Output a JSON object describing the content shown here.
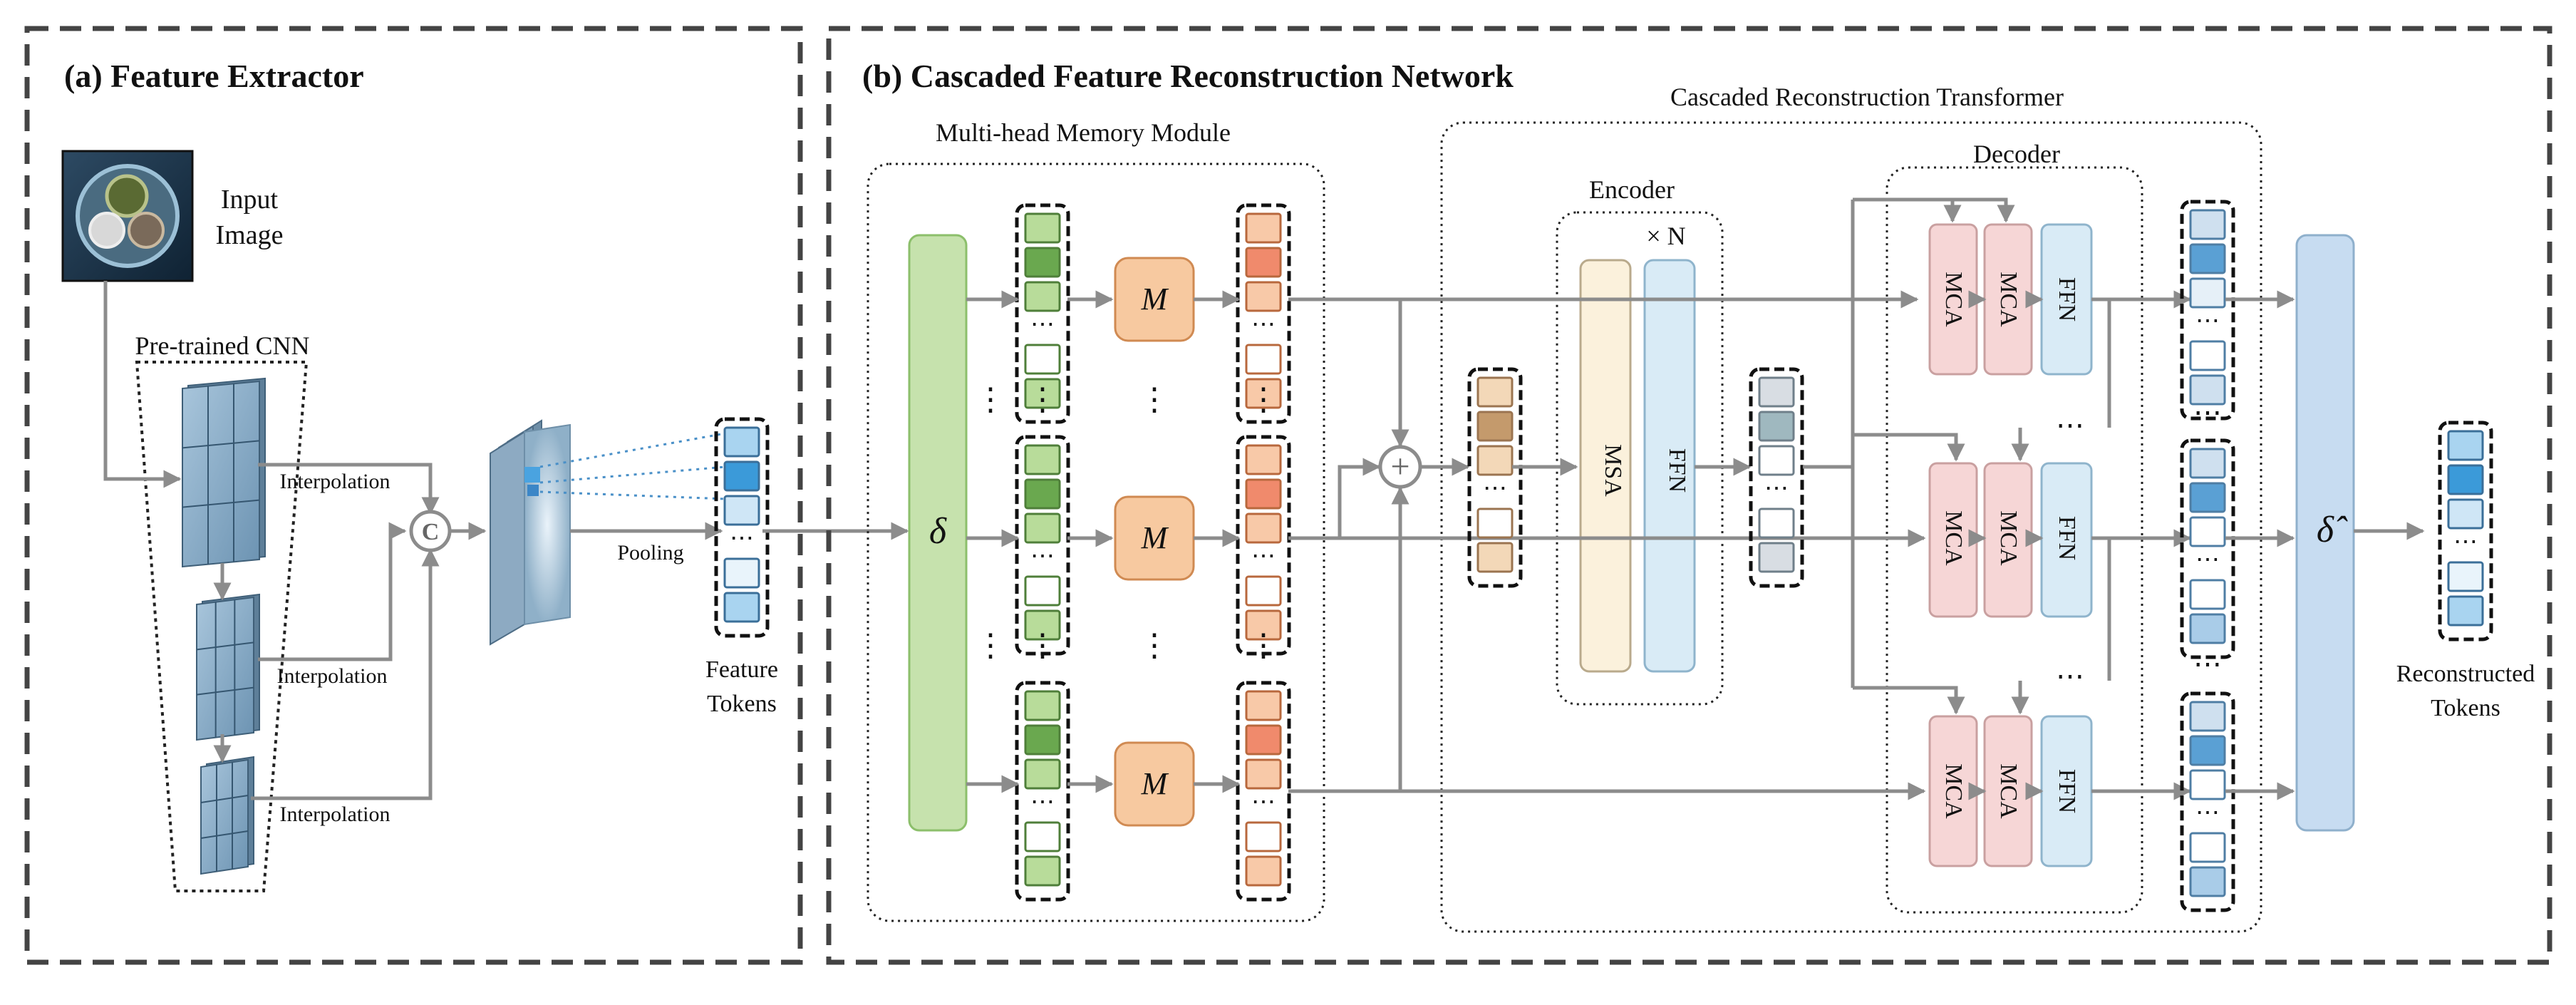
{
  "panel_a": {
    "title": "(a) Feature Extractor",
    "input_label_line1": "Input",
    "input_label_line2": "Image",
    "cnn_label": "Pre-trained CNN",
    "interp_label": "Interpolation",
    "concat_symbol": "C",
    "pooling_label": "Pooling",
    "tokens_label_line1": "Feature",
    "tokens_label_line2": "Tokens"
  },
  "panel_b": {
    "title": "(b) Cascaded Feature Reconstruction Network",
    "memory_title": "Multi-head Memory Module",
    "delta_symbol": "δ",
    "memory_block_symbol": "M",
    "transformer_title": "Cascaded  Reconstruction Transformer",
    "encoder_title": "Encoder",
    "repeat_label": "× N",
    "msa_label": "MSA",
    "ffn_label": "FFN",
    "decoder_title": "Decoder",
    "mca_label": "MCA",
    "delta_hat_symbol": "δ̂",
    "output_label_line1": "Reconstructed",
    "output_label_line2": "Tokens",
    "ellipsis": "⋯",
    "vellipsis": "⋮",
    "plus_symbol": "+"
  },
  "colors": {
    "arrow": "#8c8c8c",
    "delta_fill": "#c6e2ad",
    "delta_stroke": "#8cbf6b",
    "memory_fill": "#f7c9a0",
    "memory_stroke": "#d08a52",
    "msa_fill": "#fbf1dc",
    "ffn_fill": "#d9ebf6",
    "mca_fill": "#f6d6d6",
    "delta_hat_fill": "#c7dcf1",
    "green_dark": "#6aa84f",
    "green_mid": "#b8dc9a",
    "orange_dark": "#f08a6c",
    "orange_mid": "#f8c9a8",
    "blue_dark": "#3b9ad9",
    "blue_light": "#cfe6f6",
    "tan_dark": "#c49a6c",
    "tan_mid": "#f3d8b8",
    "gray_dark": "#9fb8bf",
    "gray_light": "#d8dde3"
  },
  "icons": [
    "input-image-thumbnail",
    "feature-map-icon",
    "concat-icon",
    "sum-icon"
  ]
}
